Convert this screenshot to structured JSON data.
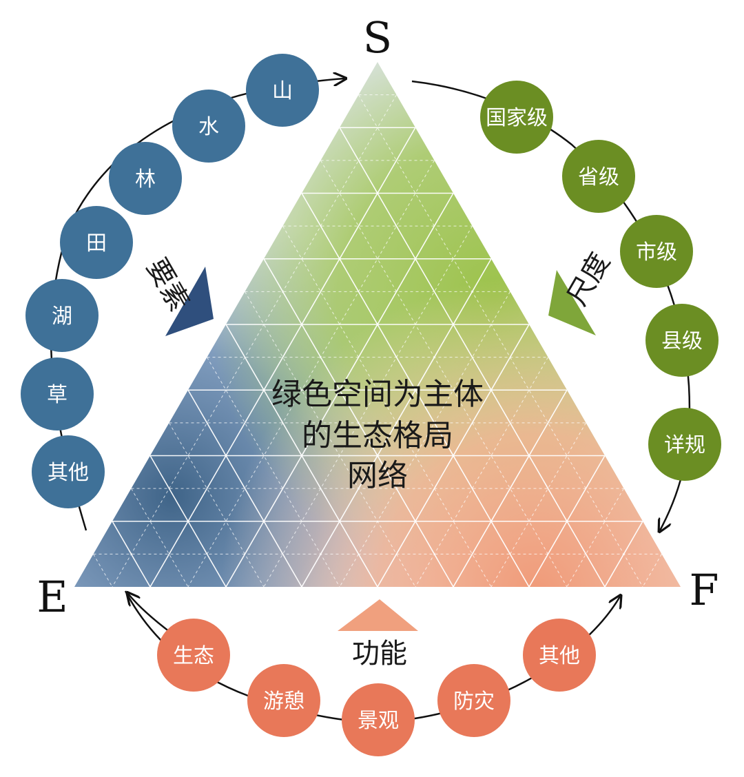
{
  "vertices": {
    "top": "S",
    "left": "E",
    "right": "F"
  },
  "center_lines": [
    "绿色空间为主体",
    "的生态格局",
    "网络"
  ],
  "element_group": {
    "label": "要素",
    "color": "#3f7198",
    "items": [
      "山",
      "水",
      "林",
      "田",
      "湖",
      "草",
      "其他"
    ]
  },
  "scale_group": {
    "label": "尺度",
    "color": "#6b8e23",
    "items": [
      "国家级",
      "省级",
      "市级",
      "县级",
      "详规"
    ]
  },
  "function_group": {
    "label": "功能",
    "color": "#e87859",
    "items": [
      "生态",
      "游憩",
      "景观",
      "防灾",
      "其他"
    ]
  },
  "colors": {
    "blue": "#3f7198",
    "green": "#6b8e23",
    "orange": "#e87859",
    "triangle_green": "#9cc24a",
    "triangle_blue": "#5f7fa3",
    "triangle_orange": "#f2a07e"
  }
}
